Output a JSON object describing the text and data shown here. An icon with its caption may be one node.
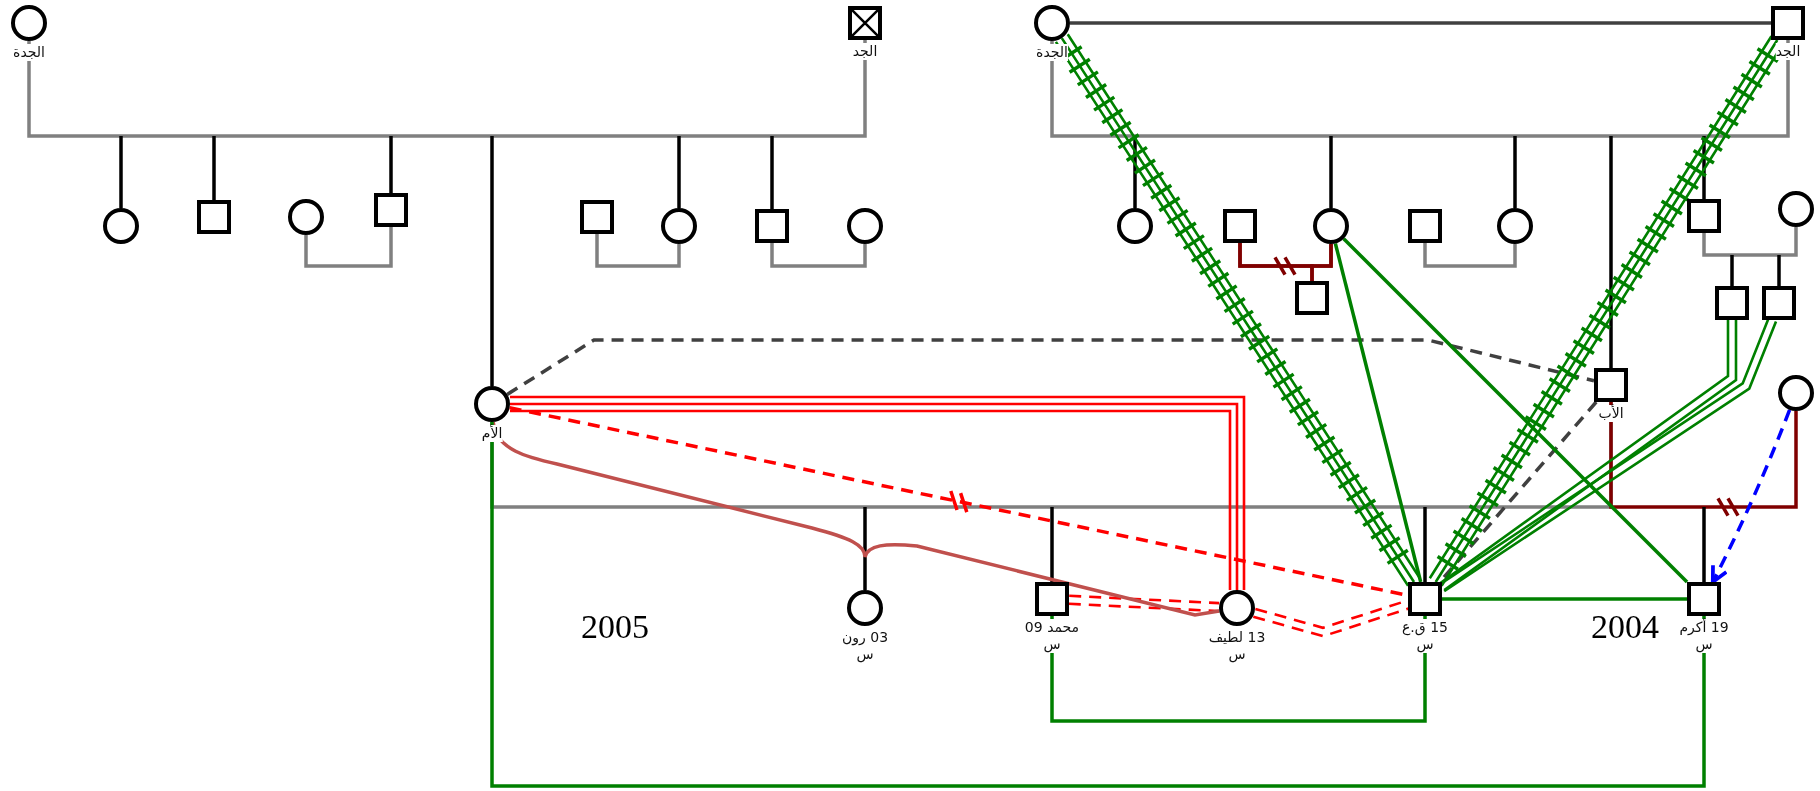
{
  "diagram": {
    "nodes": [
      {
        "text": [
          "الجدة"
        ]
      },
      {
        "text": [
          "الجد"
        ]
      },
      {
        "text": [],
        "shape": "circle"
      },
      {
        "text": [],
        "shape": "box"
      },
      {
        "text": [],
        "shape": "circle"
      },
      {
        "text": [],
        "shape": "box"
      },
      {
        "text": [],
        "shape": "box"
      },
      {
        "text": [],
        "shape": "circle"
      },
      {
        "text": [],
        "shape": "box"
      },
      {
        "text": [],
        "shape": "circle"
      },
      {
        "text": [
          "الأم"
        ]
      },
      {
        "text": [
          "الجدة"
        ]
      },
      {
        "text": [
          "الجد"
        ]
      },
      {
        "text": [],
        "shape": "circle"
      },
      {
        "text": [],
        "shape": "box"
      },
      {
        "text": [],
        "shape": "circle"
      },
      {
        "text": [],
        "shape": "box"
      },
      {
        "text": [],
        "shape": "box"
      },
      {
        "text": [],
        "shape": "circle"
      },
      {
        "text": [],
        "shape": "box"
      },
      {
        "text": [],
        "shape": "circle"
      },
      {
        "text": [],
        "shape": "box"
      },
      {
        "text": [],
        "shape": "box"
      },
      {
        "text": [
          "الأب"
        ]
      },
      {
        "text": [],
        "shape": "circle"
      },
      {
        "text": [
          "03 رون س"
        ]
      },
      {
        "text": [
          "محمد 09 س"
        ]
      },
      {
        "text": [
          "13 لطيف س"
        ]
      },
      {
        "text": [
          "15 ق.ع س"
        ]
      },
      {
        "text": [
          "19 أكرم س"
        ]
      }
    ],
    "edges": [
      {
        "from": 0,
        "to": 1,
        "arrow": "none",
        "color": "#808080"
      },
      {
        "from": 4,
        "to": 5,
        "arrow": "none",
        "color": "#808080"
      },
      {
        "from": 6,
        "to": 7,
        "arrow": "none",
        "color": "#808080"
      },
      {
        "from": 8,
        "to": 9,
        "arrow": "none",
        "color": "#808080"
      },
      {
        "from": null,
        "to": 2,
        "arrow": "none"
      },
      {
        "from": null,
        "to": 3,
        "arrow": "none"
      },
      {
        "from": null,
        "to": 5,
        "arrow": "none"
      },
      {
        "from": null,
        "to": 10,
        "arrow": "none"
      },
      {
        "from": null,
        "to": 7,
        "arrow": "none"
      },
      {
        "from": null,
        "to": 8,
        "arrow": "none"
      },
      {
        "from": 11,
        "to": 12,
        "arrow": "none",
        "color": "#808080"
      },
      {
        "from": 11,
        "to": 12,
        "arrow": "none",
        "color": "#404040"
      },
      {
        "from": 14,
        "to": 15,
        "arrow": "none",
        "color": "#800000"
      },
      {
        "from": 14,
        "to": 16,
        "arrow": "none",
        "color": "#800000"
      },
      {
        "from": 17,
        "to": 18,
        "arrow": "none",
        "color": "#808080"
      },
      {
        "from": 19,
        "to": 20,
        "arrow": "none",
        "color": "#808080"
      },
      {
        "from": null,
        "to": 13,
        "arrow": "none"
      },
      {
        "from": null,
        "to": 15,
        "arrow": "none"
      },
      {
        "from": null,
        "to": 18,
        "arrow": "none"
      },
      {
        "from": null,
        "to": 23,
        "arrow": "none"
      },
      {
        "from": null,
        "to": 19,
        "arrow": "none"
      },
      {
        "from": null,
        "to": 21,
        "arrow": "none"
      },
      {
        "from": null,
        "to": 22,
        "arrow": "none"
      },
      {
        "from": 10,
        "to": 23,
        "arrow": "none",
        "color": "#808080"
      },
      {
        "from": 23,
        "to": 24,
        "arrow": "none",
        "color": "#800000"
      },
      {
        "from": null,
        "to": 25,
        "arrow": "none"
      },
      {
        "from": null,
        "to": 26,
        "arrow": "none"
      },
      {
        "from": null,
        "to": 28,
        "arrow": "none"
      },
      {
        "from": null,
        "to": 29,
        "arrow": "none"
      },
      {
        "from": 10,
        "to": 23,
        "arrow": "none",
        "style": "dashed",
        "color": "#404040"
      },
      {
        "from": 23,
        "to": 28,
        "arrow": "none",
        "style": "dashed",
        "color": "#404040"
      },
      {
        "from": 10,
        "to": 27,
        "arrow": "none",
        "color": "#ff0000"
      },
      {
        "from": 10,
        "to": 28,
        "arrow": "none",
        "style": "dashed",
        "color": "#ff0000"
      },
      {
        "from": 26,
        "to": 27,
        "arrow": "none",
        "style": "dashed",
        "color": "#ff0000"
      },
      {
        "from": 27,
        "to": 28,
        "arrow": "none",
        "style": "dashed",
        "color": "#ff0000"
      },
      {
        "from": 10,
        "to": 27,
        "arrow": "none",
        "color": "#c0504d"
      },
      {
        "from": 11,
        "to": 28,
        "arrow": "none",
        "color": "#008000"
      },
      {
        "from": 12,
        "to": 28,
        "arrow": "none",
        "color": "#008000"
      },
      {
        "from": 15,
        "to": 28,
        "arrow": "none",
        "color": "#008000"
      },
      {
        "from": 15,
        "to": 29,
        "arrow": "none",
        "color": "#008000"
      },
      {
        "from": 21,
        "to": 28,
        "arrow": "none",
        "color": "#008000"
      },
      {
        "from": 22,
        "to": 28,
        "arrow": "none",
        "color": "#008000"
      },
      {
        "from": 28,
        "to": 29,
        "arrow": "none",
        "color": "#008000"
      },
      {
        "from": 26,
        "to": 28,
        "arrow": "none",
        "color": "#008000"
      },
      {
        "from": 10,
        "to": 29,
        "arrow": "none",
        "color": "#008000"
      },
      {
        "from": 24,
        "to": 29,
        "arrow": "to",
        "style": "dashed",
        "color": "#0000ff"
      },
      {
        "from": 15,
        "to": 16,
        "arrow": "none",
        "color": "#800000"
      }
    ],
    "labels": [
      "2005",
      "2004"
    ]
  }
}
